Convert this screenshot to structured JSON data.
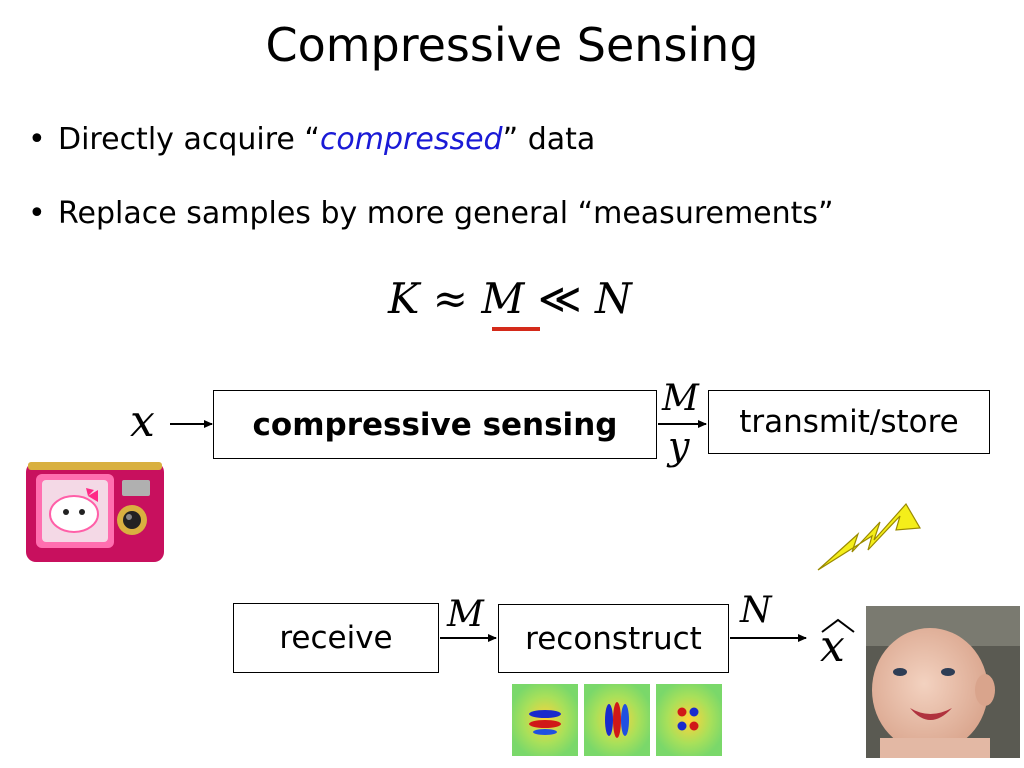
{
  "slide": {
    "title": "Compressive Sensing",
    "bullets": [
      {
        "before": "Directly acquire “",
        "emphasis": "compressed",
        "after": "” data"
      },
      {
        "text": "Replace samples by more general “measurements”"
      }
    ],
    "equation": {
      "k": "K",
      "approx": "≈",
      "m": "M",
      "ll": "≪",
      "n": "N"
    },
    "accent_color": "#d42a1a",
    "emphasis_color": "#1a1ad6"
  },
  "diagram": {
    "input_symbol": "x",
    "top_row": {
      "sense_box": "compressive sensing",
      "m_label": "M",
      "y_label": "y",
      "store_box": "transmit/store"
    },
    "bottom_row": {
      "receive_box": "receive",
      "m_label": "M",
      "reconstruct_box": "reconstruct",
      "n_label": "N",
      "output_symbol": "x"
    }
  },
  "images": {
    "camera": "pink-hello-kitty-camera",
    "lightning": "yellow-lightning-bolt",
    "wavelets": [
      "wavelet-basis-1",
      "wavelet-basis-2",
      "wavelet-basis-3"
    ],
    "baby": "baby-photo"
  }
}
